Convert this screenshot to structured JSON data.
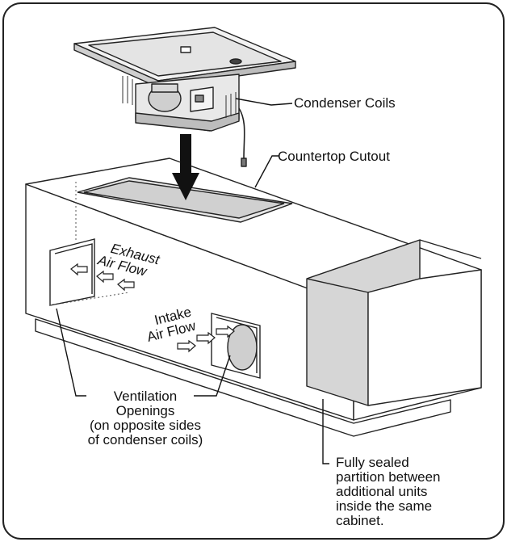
{
  "labels": {
    "condenser_coils": "Condenser Coils",
    "countertop_cutout": "Countertop Cutout",
    "exhaust": [
      "Exhaust",
      "Air Flow"
    ],
    "intake": [
      "Intake",
      "Air Flow"
    ],
    "ventilation": [
      "Ventilation",
      "Openings",
      "(on opposite sides",
      "of condenser coils)"
    ],
    "partition": [
      "Fully sealed",
      "partition between",
      "additional units",
      "inside the same",
      "cabinet."
    ]
  }
}
